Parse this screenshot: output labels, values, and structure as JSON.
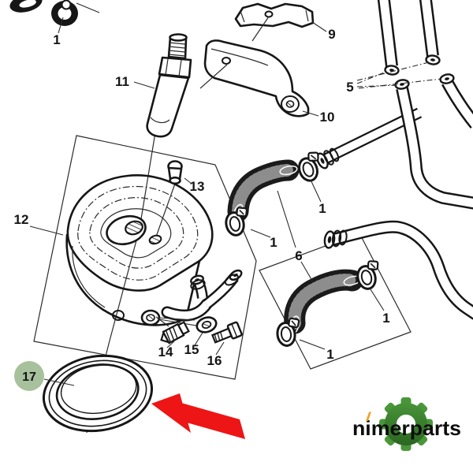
{
  "brand": {
    "name": "nimerparts"
  },
  "diagram": {
    "type": "exploded-parts-drawing",
    "highlighted_part": "17",
    "callouts": {
      "top_clamp": "1",
      "sender": "11",
      "bracket_top": "9",
      "bracket_l": "10",
      "pipes": "5",
      "cooler": "12",
      "bolt_top": "13",
      "clamp_a": "1",
      "clamp_b": "1",
      "elbows": "6",
      "clamp_c": "1",
      "clamp_d": "1",
      "plug": "14",
      "washer": "15",
      "bolt_small": "16",
      "seal": "17"
    }
  },
  "colors": {
    "line": "#161616",
    "highlight_circle": "#a8c19d",
    "highlight_text": "#3e4d3a",
    "arrow": "#ed1515",
    "gear_light": "#4f9e3e",
    "gear_dark": "#245c1c",
    "logo_text": "#0d0d0d",
    "accent_flame": "#f0a028"
  },
  "icons": {
    "logo_gear": "gear-icon",
    "highlight_arrow": "arrow-left-icon"
  }
}
